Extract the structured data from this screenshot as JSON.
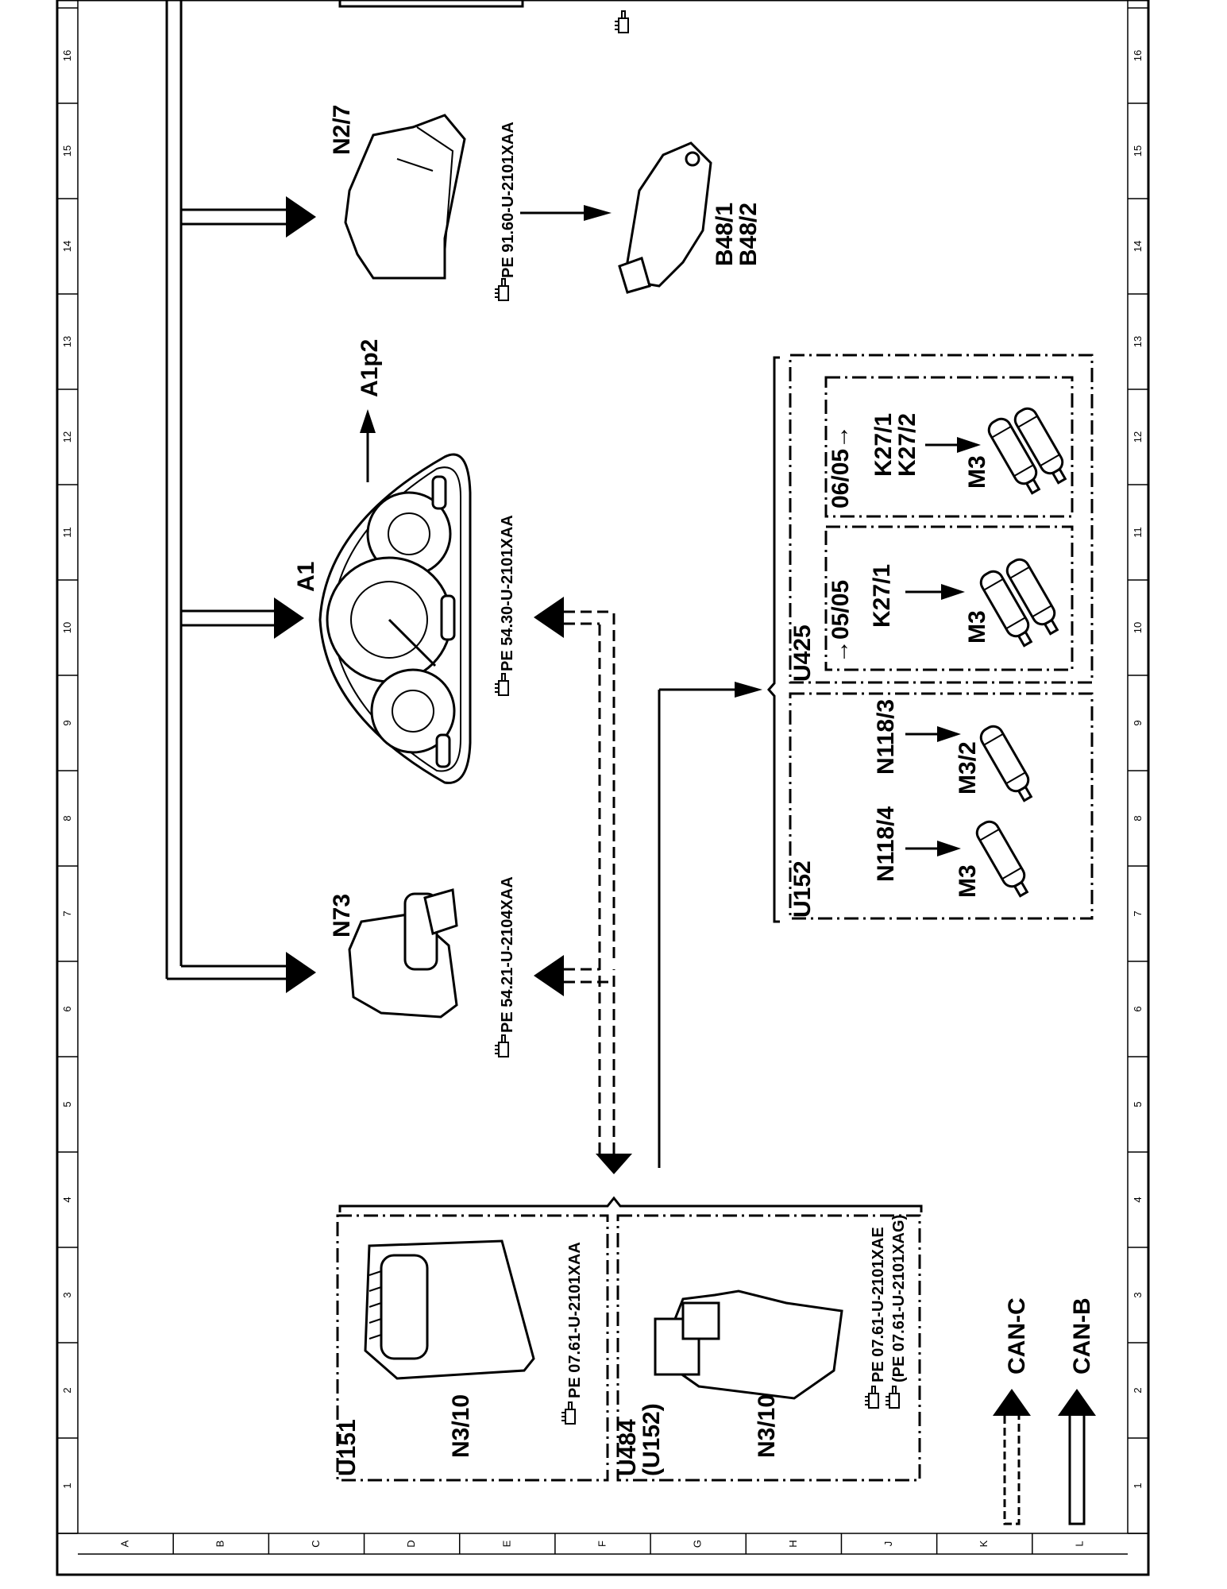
{
  "grid": {
    "numbers": [
      "1",
      "2",
      "3",
      "4",
      "5",
      "6",
      "7",
      "8",
      "9",
      "10",
      "11",
      "12",
      "13",
      "14",
      "15",
      "16"
    ],
    "letters": [
      "A",
      "B",
      "C",
      "D",
      "E",
      "F",
      "G",
      "H",
      "J",
      "K",
      "L"
    ]
  },
  "components": {
    "n2_7": {
      "label": "N2/7",
      "ref": "PE 91.60-U-2101XAA"
    },
    "b48": {
      "line1": "B48/1",
      "line2": "B48/2"
    },
    "a1": {
      "label": "A1",
      "ref": "PE 54.30-U-2101XAA",
      "output": "A1p2"
    },
    "n73": {
      "label": "N73",
      "ref": "PE 54.21-U-2104XAA"
    },
    "u152_box": {
      "code": "U152",
      "units": [
        {
          "ctrl": "N118/4",
          "motor": "M3"
        },
        {
          "ctrl": "N118/3",
          "motor": "M3/2"
        }
      ]
    },
    "u425_box": {
      "code": "U425",
      "sub_a": {
        "date": "→05/05",
        "ctrl": "K27/1",
        "motor": "M3"
      },
      "sub_b": {
        "date": "06/05→",
        "ctrl_1": "K27/1",
        "ctrl_2": "K27/2",
        "motor": "M3"
      }
    },
    "n3_10_u151": {
      "code": "U151",
      "label": "N3/10",
      "ref": "PE 07.61-U-2101XAA"
    },
    "n3_10_u484": {
      "code_1": "U484",
      "code_2": "(U152)",
      "label": "N3/10",
      "ref_1": "PE 07.61-U-2101XAE",
      "ref_2": "(PE 07.61-U-2101XAG)"
    }
  },
  "legend": {
    "can_c": "CAN-C",
    "can_b": "CAN-B"
  },
  "icons": {
    "reference_marker": "pointing-hand-icon"
  }
}
